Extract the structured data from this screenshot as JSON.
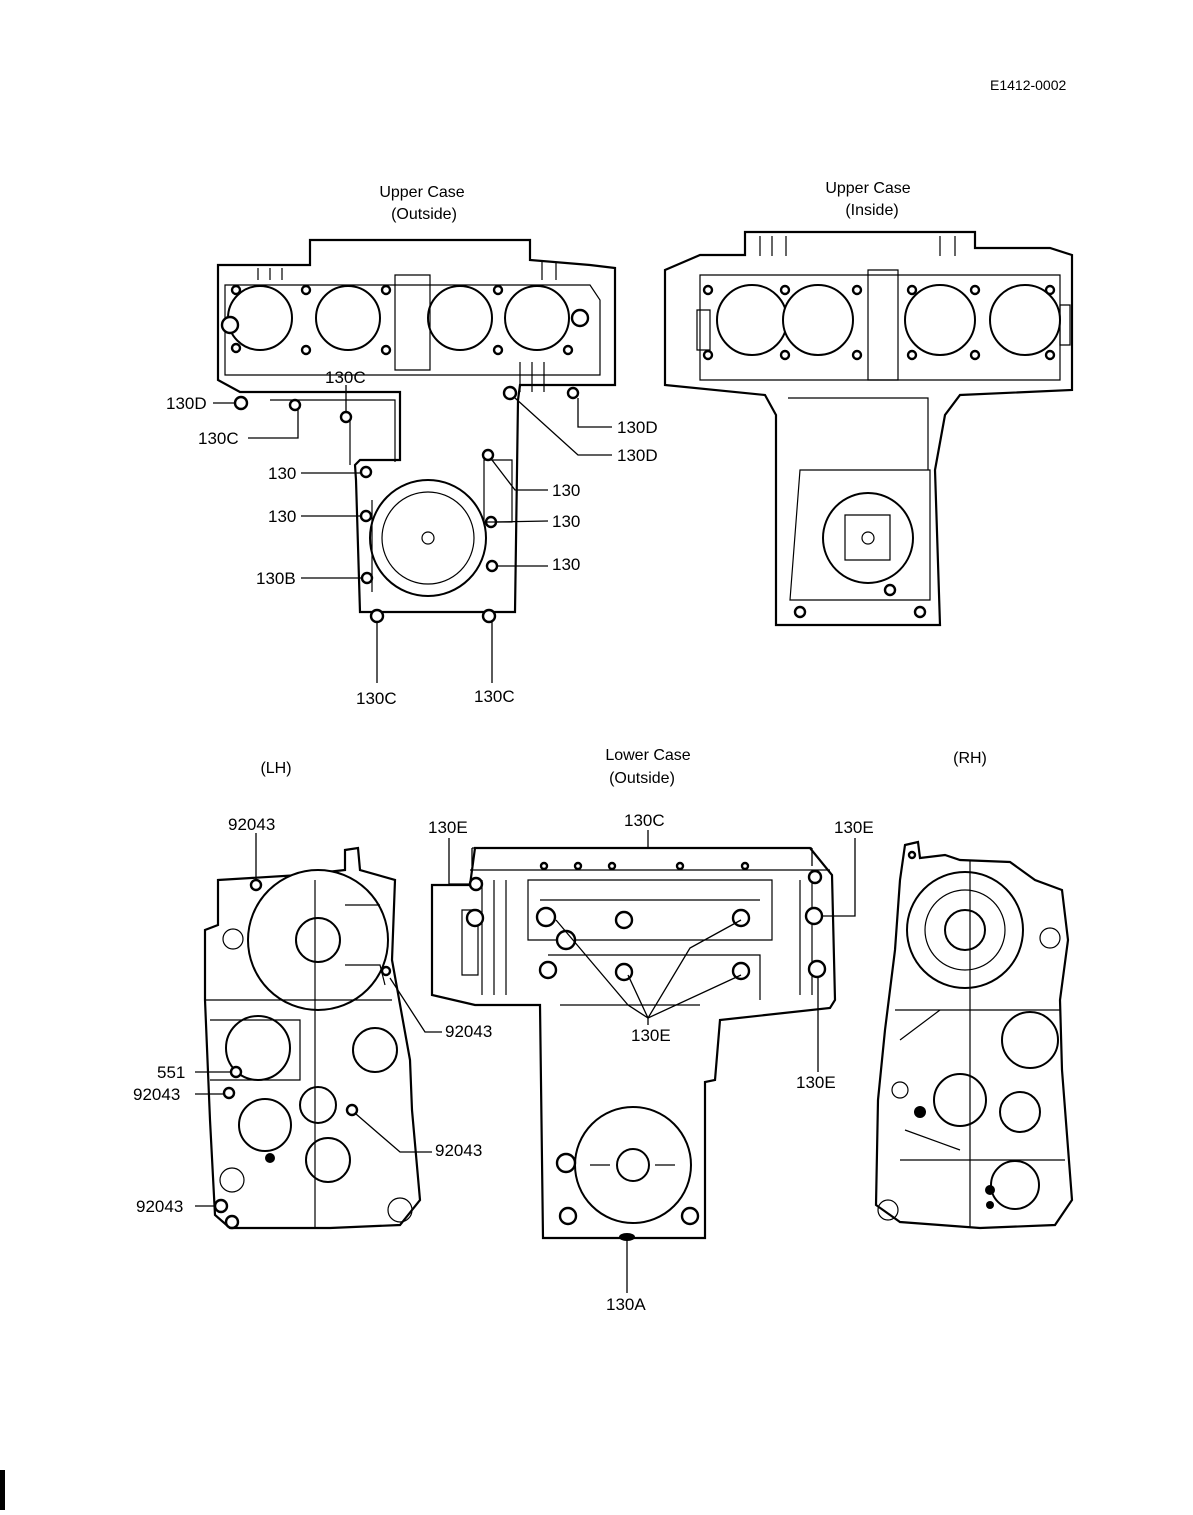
{
  "doc_code": "E1412-0002",
  "views": {
    "upper_outside": {
      "title": "Upper Case",
      "subtitle": "(Outside)"
    },
    "upper_inside": {
      "title": "Upper Case",
      "subtitle": "(Inside)"
    },
    "lh": {
      "title": "(LH)"
    },
    "lower_outside": {
      "title": "Lower Case",
      "subtitle": "(Outside)"
    },
    "rh": {
      "title": "(RH)"
    }
  },
  "callouts": {
    "uo_130d_left": "130D",
    "uo_130c_top": "130C",
    "uo_130c_left": "130C",
    "uo_130_a": "130",
    "uo_130_b": "130",
    "uo_130b": "130B",
    "uo_130c_bot_left": "130C",
    "uo_130c_bot_right": "130C",
    "uo_130d_right1": "130D",
    "uo_130d_right2": "130D",
    "uo_130_r1": "130",
    "uo_130_r2": "130",
    "uo_130_r3": "130",
    "lh_92043_top": "92043",
    "lh_92043_mid": "92043",
    "lh_551": "551",
    "lh_92043_left": "92043",
    "lh_92043_right": "92043",
    "lh_92043_bot": "92043",
    "lo_130e_left": "130E",
    "lo_130c_top": "130C",
    "lo_130e_right": "130E",
    "lo_130e_center": "130E",
    "lo_130e_right_low": "130E",
    "lo_130a": "130A"
  }
}
